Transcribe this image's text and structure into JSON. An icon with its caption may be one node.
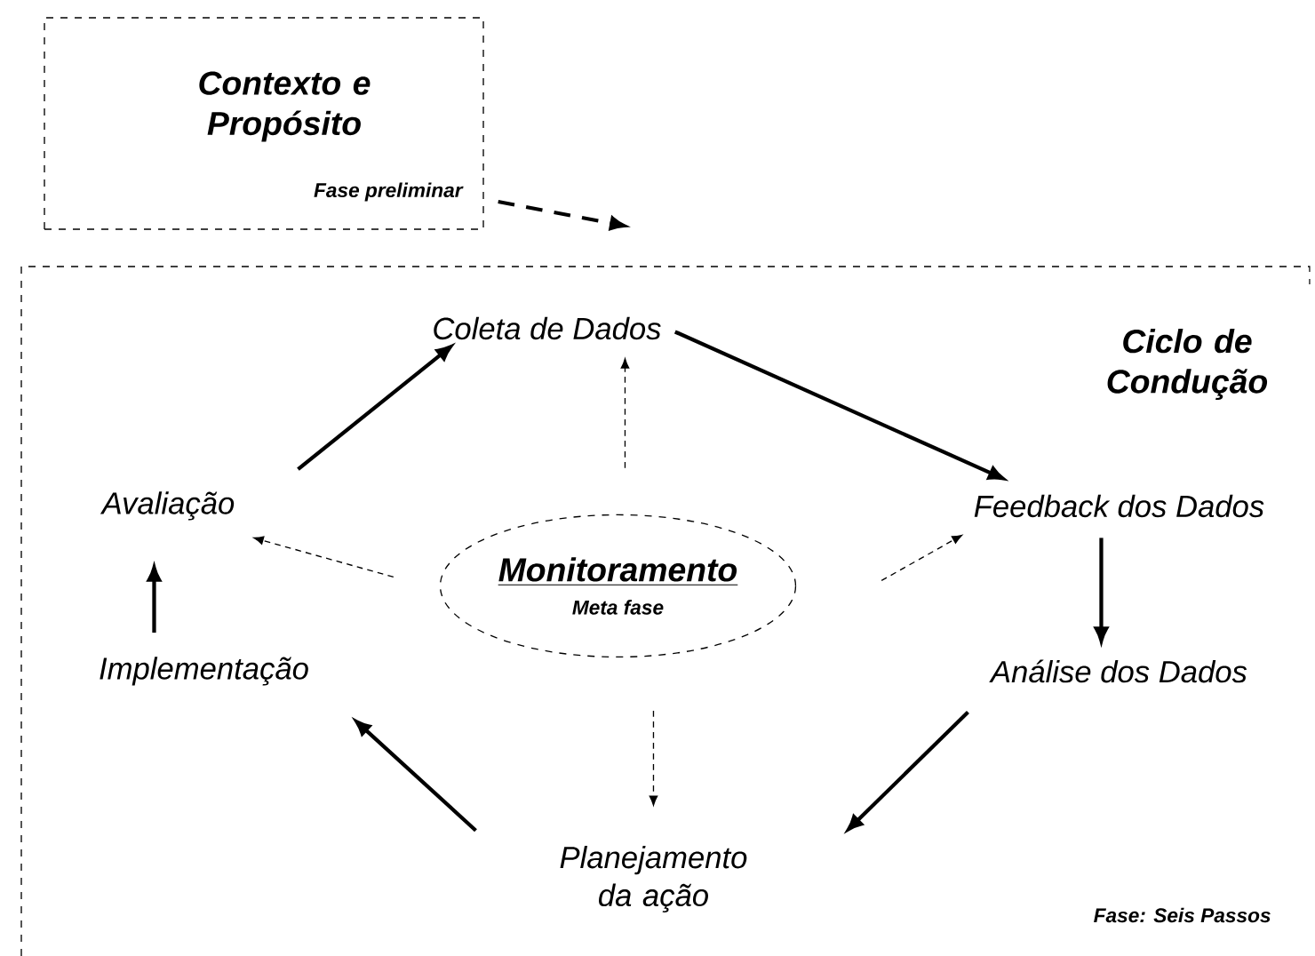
{
  "diagram": {
    "nodes": [
      {
        "text": [
          "Contexto e Propósito",
          "Fase preliminar"
        ]
      },
      {
        "text": [
          "Ciclo de Condução",
          "Fase: Seis Passos"
        ]
      },
      {
        "text": [
          "Coleta de Dados"
        ],
        "in": 1
      },
      {
        "text": [
          "Feedback dos Dados"
        ],
        "in": 1
      },
      {
        "text": [
          "Análise dos Dados"
        ],
        "in": 1
      },
      {
        "text": [
          "Planejamento da ação"
        ],
        "in": 1
      },
      {
        "text": [
          "Implementação"
        ],
        "in": 1
      },
      {
        "text": [
          "Avaliação"
        ],
        "in": 1
      },
      {
        "text": [
          "Monitoramento",
          "Meta fase"
        ],
        "in": 1
      }
    ],
    "edges": [
      {
        "from": 0,
        "to": 1,
        "arrow": "to",
        "style": "dashed"
      },
      {
        "from": 2,
        "to": 3,
        "arrow": "to"
      },
      {
        "from": 3,
        "to": 4,
        "arrow": "to"
      },
      {
        "from": 4,
        "to": 5,
        "arrow": "to"
      },
      {
        "from": 5,
        "to": 6,
        "arrow": "to"
      },
      {
        "from": 6,
        "to": 7,
        "arrow": "to"
      },
      {
        "from": 7,
        "to": 2,
        "arrow": "to"
      },
      {
        "from": 8,
        "to": 2,
        "arrow": "to",
        "style": "dashed"
      },
      {
        "from": 8,
        "to": 3,
        "arrow": "to",
        "style": "dashed"
      },
      {
        "from": 8,
        "to": 7,
        "arrow": "to",
        "style": "dashed"
      },
      {
        "from": 8,
        "to": 5,
        "arrow": "to",
        "style": "dashed"
      }
    ]
  }
}
